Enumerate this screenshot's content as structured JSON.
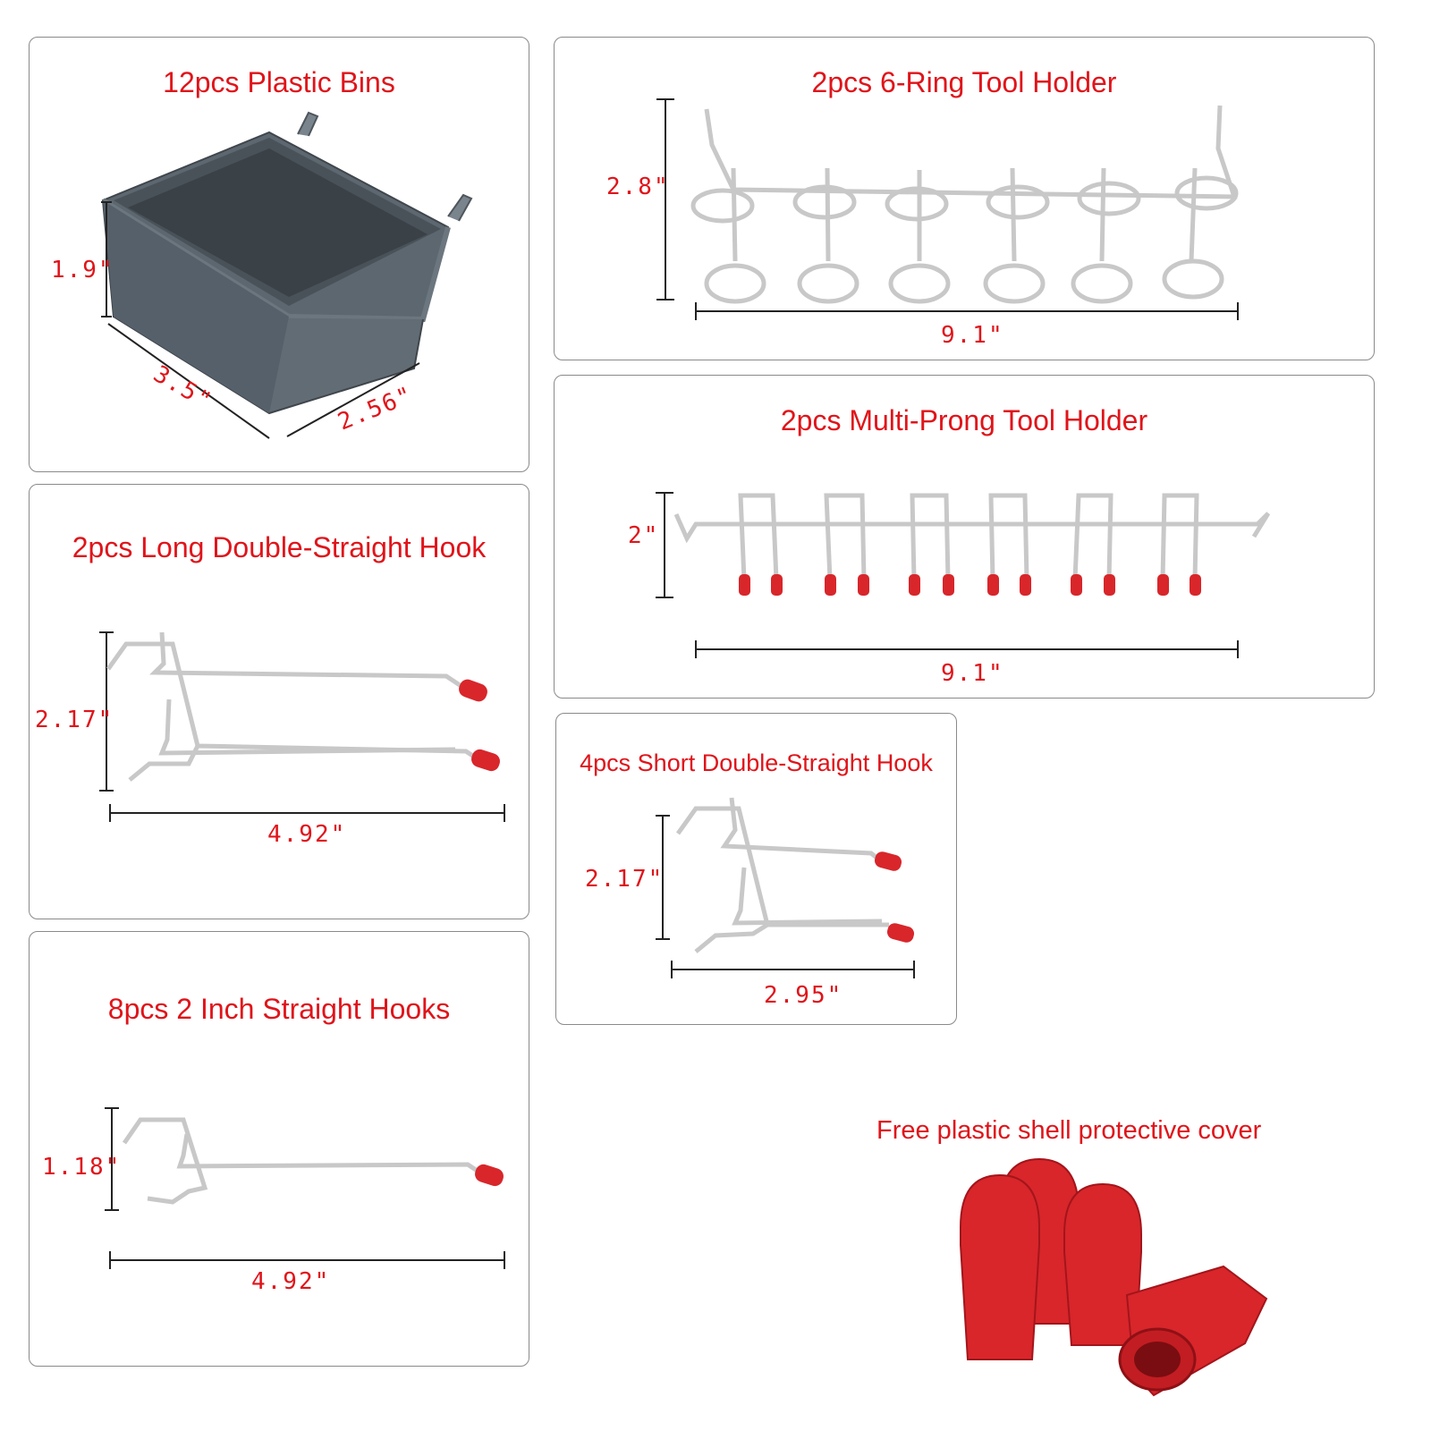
{
  "panels": {
    "plastic_bins": {
      "title": "12pcs Plastic Bins",
      "dim_height": "1.9\"",
      "dim_length": "3.5\"",
      "dim_depth": "2.56\""
    },
    "ring_holder": {
      "title": "2pcs 6-Ring Tool Holder",
      "dim_height": "2.8\"",
      "dim_width": "9.1\""
    },
    "multi_prong": {
      "title": "2pcs Multi-Prong Tool Holder",
      "dim_height": "2\"",
      "dim_width": "9.1\""
    },
    "long_double_hook": {
      "title": "2pcs Long Double-Straight Hook",
      "dim_height": "2.17\"",
      "dim_width": "4.92\""
    },
    "short_double_hook": {
      "title": "4pcs Short Double-Straight Hook",
      "dim_height": "2.17\"",
      "dim_width": "2.95\""
    },
    "straight_hooks": {
      "title": "8pcs 2 Inch Straight Hooks",
      "dim_height": "1.18\"",
      "dim_width": "4.92\""
    }
  },
  "free_cover": {
    "title": "Free plastic shell protective cover"
  },
  "colors": {
    "accent_red": "#e0141a",
    "bin_gray": "#5d6770",
    "metal": "#c8c8c8",
    "cap_red": "#d8262b"
  }
}
